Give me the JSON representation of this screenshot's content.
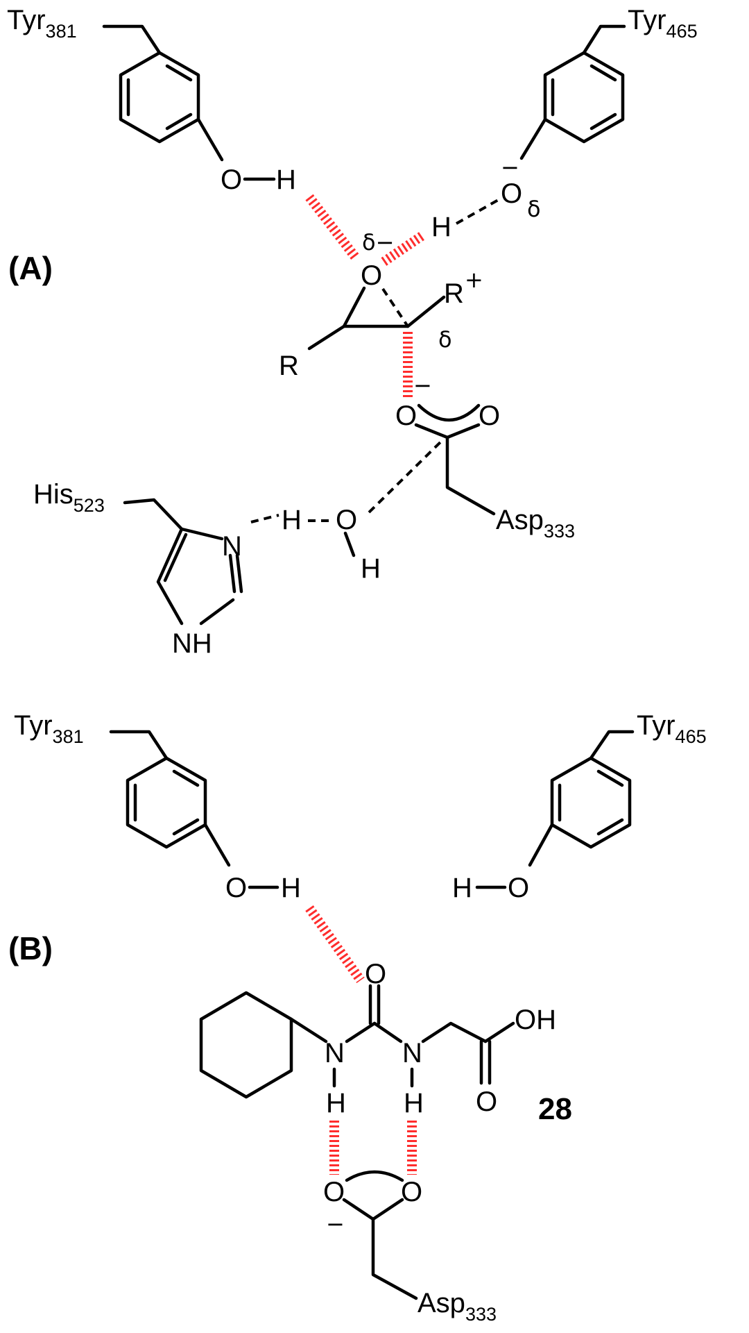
{
  "panels": {
    "a": {
      "label": "A"
    },
    "b": {
      "label": "B"
    }
  },
  "residues": {
    "tyr381": {
      "name": "Tyr",
      "index": "381"
    },
    "tyr465": {
      "name": "Tyr",
      "index": "465"
    },
    "his523": {
      "name": "His",
      "index": "523"
    },
    "asp333": {
      "name": "Asp",
      "index": "333"
    }
  },
  "atoms": {
    "O": "O",
    "H": "H",
    "N": "N",
    "NH": "NH",
    "OH": "OH",
    "R": "R"
  },
  "symbols": {
    "delta": "δ",
    "minus": "−",
    "plus": "+"
  },
  "compound": {
    "number": "28"
  },
  "colors": {
    "hbond_red": "#ff2d2d",
    "ink": "#000000"
  }
}
